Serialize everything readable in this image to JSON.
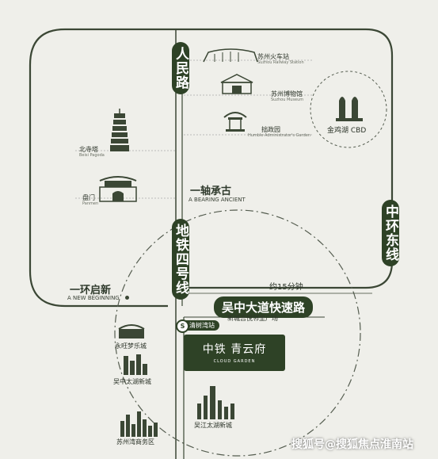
{
  "roads": {
    "renmin_road": "人民路",
    "metro_line4": "地铁四号线",
    "middle_ring_east": "中环东线",
    "wuzhong_expressway": "吴中大道快速路"
  },
  "axis_labels": {
    "central_axis_cn": "一轴承古",
    "central_axis_en": "A BEARING ANCIENT",
    "new_beginning_cn": "一环启新",
    "new_beginning_en": "A NEW BEGINNING"
  },
  "landmarks": {
    "suzhou_station_cn": "苏州火车站",
    "suzhou_station_en": "Suzhou Railway Station",
    "suzhou_museum_cn": "苏州博物馆",
    "suzhou_museum_en": "Suzhou Museum",
    "humble_garden_cn": "拙政园",
    "humble_garden_en": "Humble Administrator's Garden",
    "beisi_pagoda_cn": "北寺塔",
    "beisi_pagoda_en": "Beisi Pagoda",
    "panmen_cn": "盘门",
    "panmen_en": "Panmen",
    "jinji_lake_cbd": "金鸡湖 CBD",
    "wuzhong_plaza": "新城吾悦邻里广场",
    "metro_station": "清树湾站",
    "yongwang": "永旺梦乐城",
    "taihu_newtown": "吴中太湖新城",
    "suzhou_bay": "苏州湾商务区",
    "wujiang_taihu": "吴江太湖新城"
  },
  "travel_time": "约15分钟",
  "project": {
    "name_cn": "中铁 青云府",
    "name_en": "CLOUD GARDEN"
  },
  "watermark": "搜狐号@搜狐焦点淮南站",
  "colors": {
    "dark_green": "#2e4226",
    "line": "#3b4735",
    "background": "#efefea"
  }
}
